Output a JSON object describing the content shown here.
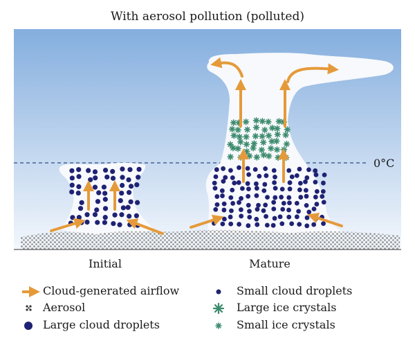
{
  "title": "With aerosol pollution (polluted)",
  "freezing_label": "0°C",
  "stages": {
    "initial": "Initial",
    "mature": "Mature"
  },
  "legend": [
    {
      "key": "airflow",
      "label": "Cloud-generated airflow",
      "icon": "orange-arrow-icon"
    },
    {
      "key": "aerosol",
      "label": "Aerosol",
      "icon": "aerosol-dots-icon"
    },
    {
      "key": "large_droplets",
      "label": "Large cloud droplets",
      "icon": "large-droplet-icon"
    },
    {
      "key": "small_droplets",
      "label": "Small cloud droplets",
      "icon": "small-droplet-icon"
    },
    {
      "key": "large_ice",
      "label": "Large ice crystals",
      "icon": "large-ice-crystal-icon"
    },
    {
      "key": "small_ice",
      "label": "Small ice crystals",
      "icon": "small-ice-crystal-icon"
    }
  ],
  "colors": {
    "sky_top": "#84aede",
    "sky_bottom": "#f3f7fc",
    "cloud": "#f7f9fc",
    "droplet": "#1f2273",
    "arrow": "#e59a3a",
    "ice": "#3d8b6e",
    "aerosol": "#8f8f8f",
    "freezing_line": "#2e4c86"
  }
}
